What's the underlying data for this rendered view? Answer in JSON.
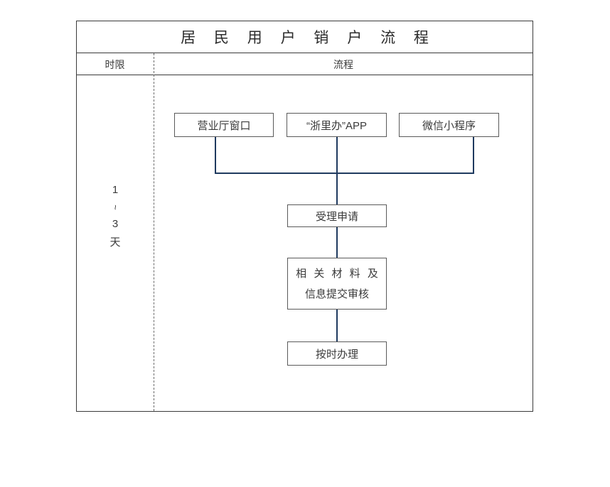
{
  "document": {
    "title": "居 民 用 户 销 户 流 程"
  },
  "table": {
    "headers": {
      "time_limit": "时限",
      "process": "流程"
    },
    "time_limit_value": {
      "from": "1",
      "separator": "~",
      "to": "3",
      "unit": "天"
    }
  },
  "flow": {
    "channels": [
      {
        "id": "hall-window",
        "label": "营业厅窗口"
      },
      {
        "id": "zhelib-app",
        "label": "“浙里办”APP"
      },
      {
        "id": "wechat-miniprogram",
        "label": "微信小程序"
      }
    ],
    "steps": [
      {
        "id": "accept-application",
        "label": "受理申请"
      },
      {
        "id": "submit-materials",
        "line1": "相 关 材 料 及",
        "line2": "信息提交审核"
      },
      {
        "id": "process-on-time",
        "label": "按时办理"
      }
    ]
  },
  "colors": {
    "connector": "#1f3a5f",
    "frame": "#3a3a3a",
    "box_border": "#5a5a5a",
    "text": "#3a3a3a",
    "background": "#ffffff"
  }
}
